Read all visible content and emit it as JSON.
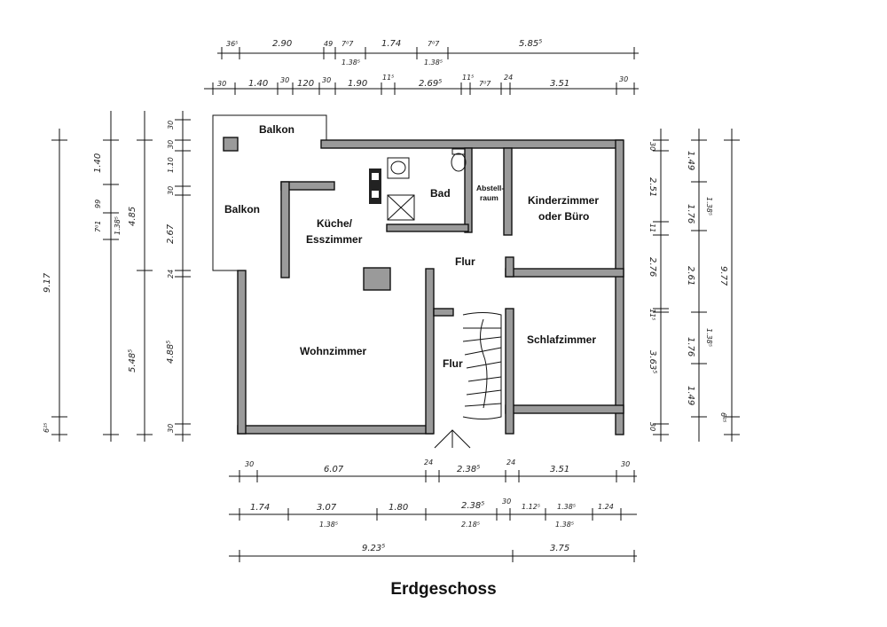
{
  "title": "Erdgeschoss",
  "rooms": {
    "balkon_top": "Balkon",
    "balkon_left": "Balkon",
    "kueche_line1": "Küche/",
    "kueche_line2": "Esszimmer",
    "bad": "Bad",
    "abstell_line1": "Abstell-",
    "abstell_line2": "raum",
    "kinder_line1": "Kinderzimmer",
    "kinder_line2": "oder Büro",
    "flur_upper": "Flur",
    "flur_lower": "Flur",
    "wohnzimmer": "Wohnzimmer",
    "schlafzimmer": "Schlafzimmer"
  },
  "dims": {
    "top1": [
      "36⁵",
      "2.90",
      "49",
      "7⁰7",
      "1.74",
      "7⁰7",
      "5.85⁵"
    ],
    "top1_sub": [
      "1.38⁵",
      "1.38⁵"
    ],
    "top2": [
      "30",
      "1.40",
      "30",
      "120",
      "30",
      "1.90",
      "11⁵",
      "2.69⁵",
      "11⁵",
      "7⁰7",
      "24",
      "3.51",
      "30"
    ],
    "bottom1": [
      "30",
      "6.07",
      "24",
      "2.38⁵",
      "24",
      "3.51",
      "30"
    ],
    "bottom2": [
      "1.74",
      "3.07",
      "1.80",
      "2.38⁵",
      "30",
      "1.12⁵",
      "1.38⁵",
      "1.24"
    ],
    "bottom2_sub": [
      "1.38⁵",
      "2.18⁵",
      "1.38⁵"
    ],
    "bottom3": [
      "9.23⁵",
      "3.75"
    ],
    "left1": [
      "9.17",
      "6²⁵"
    ],
    "left2": [
      "1.40",
      "99",
      "7⁰1",
      "1.38⁵",
      "5.48⁵"
    ],
    "left3": [
      "4.85"
    ],
    "left4": [
      "30",
      "1.10",
      "30",
      "30",
      "2.67",
      "24",
      "4.88⁵",
      "30"
    ],
    "right1": [
      "30",
      "2.51",
      "11",
      "2.76",
      "11⁵",
      "3.63⁵",
      "30"
    ],
    "right2": [
      "1.49",
      "1.76",
      "1.38⁵",
      "2.61",
      "1.76",
      "1.38⁵",
      "1.49"
    ],
    "right3": [
      "9.77",
      "6²⁵"
    ]
  }
}
